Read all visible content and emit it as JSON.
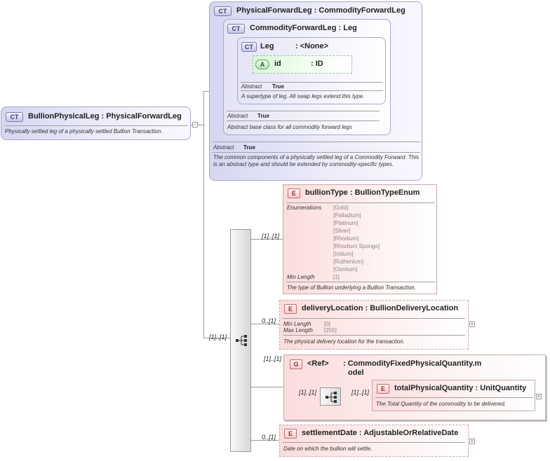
{
  "root": {
    "badge": "CT",
    "name": "BullionPhysicalLeg",
    "type": ": PhysicalForwardLeg",
    "doc": "Physically settled leg of a physically settled Bullion Transaction."
  },
  "physical_forward_leg": {
    "badge": "CT",
    "name": "PhysicalForwardLeg",
    "type": ": CommodityForwardLeg",
    "abstract_label": "Abstract",
    "abstract_value": "True",
    "doc": "The common components of a physically settled leg of a Commodity Forward. This is an abstract type and should be extended by commodity-specific types."
  },
  "commodity_forward_leg": {
    "badge": "CT",
    "name": "CommodityForwardLeg",
    "type": ": Leg",
    "abstract_label": "Abstract",
    "abstract_value": "True",
    "doc": "Abstract base class for all commodity forward legs"
  },
  "leg": {
    "badge": "CT",
    "name": "Leg",
    "type": ": <None>",
    "abstract_label": "Abstract",
    "abstract_value": "True",
    "doc": "A supertype of leg. All swap legs extend this type."
  },
  "attr_id": {
    "badge": "A",
    "name": "id",
    "type": ": ID"
  },
  "sequence": {
    "mult": "[1]..[1]"
  },
  "bullion_type": {
    "badge": "E",
    "mult": "[1]..[1]",
    "name": "bullionType",
    "type": ": BullionTypeEnum",
    "enum_label": "Enumerations",
    "enumerations": [
      "[Gold]",
      "[Palladium]",
      "[Platinum]",
      "[Silver]",
      "[Rhodium]",
      "[Rhodium Sponge]",
      "[Iridium]",
      "[Ruthenium]",
      "[Osmium]"
    ],
    "min_length_label": "Min Length",
    "min_length_value": "[1]",
    "doc": "The type of Bullion underlying a Bullion Transaction."
  },
  "delivery_location": {
    "badge": "E",
    "mult": "0..[1]",
    "name": "deliveryLocation",
    "type": ": BullionDeliveryLocation",
    "min_length_label": "Min Length",
    "min_length_value": "[0]",
    "max_length_label": "Max Length",
    "max_length_value": "[255]",
    "doc": "The physical delivery location for the transaction."
  },
  "ref_group": {
    "badge": "G",
    "mult": "[1]..[1]",
    "name": "<Ref>",
    "type": ": CommodityFixedPhysicalQuantity.m",
    "type2": "odel",
    "inner_seq_mult": "[1]..[1]"
  },
  "total_physical_quantity": {
    "badge": "E",
    "mult": "[1]..[1]",
    "name": "totalPhysicalQuantity",
    "type": ": UnitQuantity",
    "doc": "The Total Quantity of the commodity to be delivered."
  },
  "settlement_date": {
    "badge": "E",
    "mult": "0..[1]",
    "name": "settlementDate",
    "type": ": AdjustableOrRelativeDate",
    "doc": "Date on which the bullion will settle."
  },
  "icons": {
    "plus": "+",
    "minus": "−",
    "ct_expand": "plus-icon",
    "sequence": "sequence-icon"
  }
}
